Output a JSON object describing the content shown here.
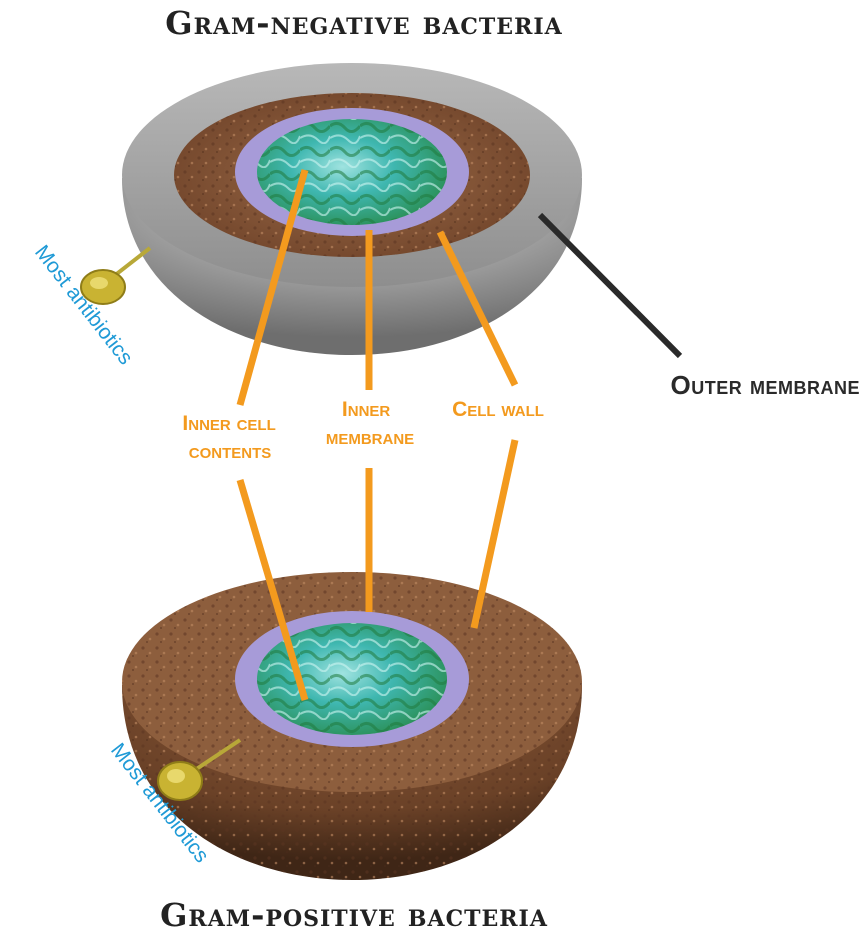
{
  "titles": {
    "top": "Gram-negative bacteria",
    "bottom": "Gram-positive bacteria"
  },
  "labels": {
    "inner_cell_contents_line1": "Inner cell",
    "inner_cell_contents_line2": "contents",
    "inner_membrane_line1": "Inner",
    "inner_membrane_line2": "membrane",
    "cell_wall": "Cell wall",
    "outer_membrane": "Outer membrane",
    "antibiotics_top": "Most antibiotics",
    "antibiotics_bottom": "Most antibiotics"
  },
  "colors": {
    "label_orange": "#f39a1e",
    "antibiotic_blue": "#1f9ad6",
    "outer_membrane_gray": "#9a9a9a",
    "cell_wall_brown": "#8a5a3c",
    "inner_membrane_lavender": "#a79bd8",
    "cytoplasm_teal": "#3fb7b0"
  }
}
